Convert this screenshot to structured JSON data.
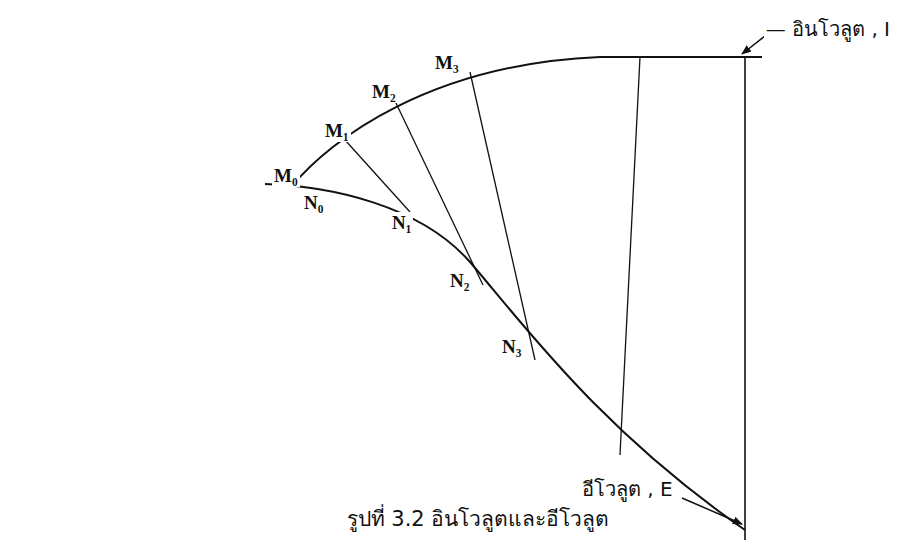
{
  "diagram": {
    "caption": "รูปที่ 3.2 อินโวลูตและอีโวลูต",
    "labels": [
      "— อินโวลูต , I",
      "M₀",
      "M₁",
      "M₂",
      "M₃",
      "N₀",
      "N₁",
      "N₂",
      "N₃",
      "อีโวลูต , E"
    ]
  }
}
